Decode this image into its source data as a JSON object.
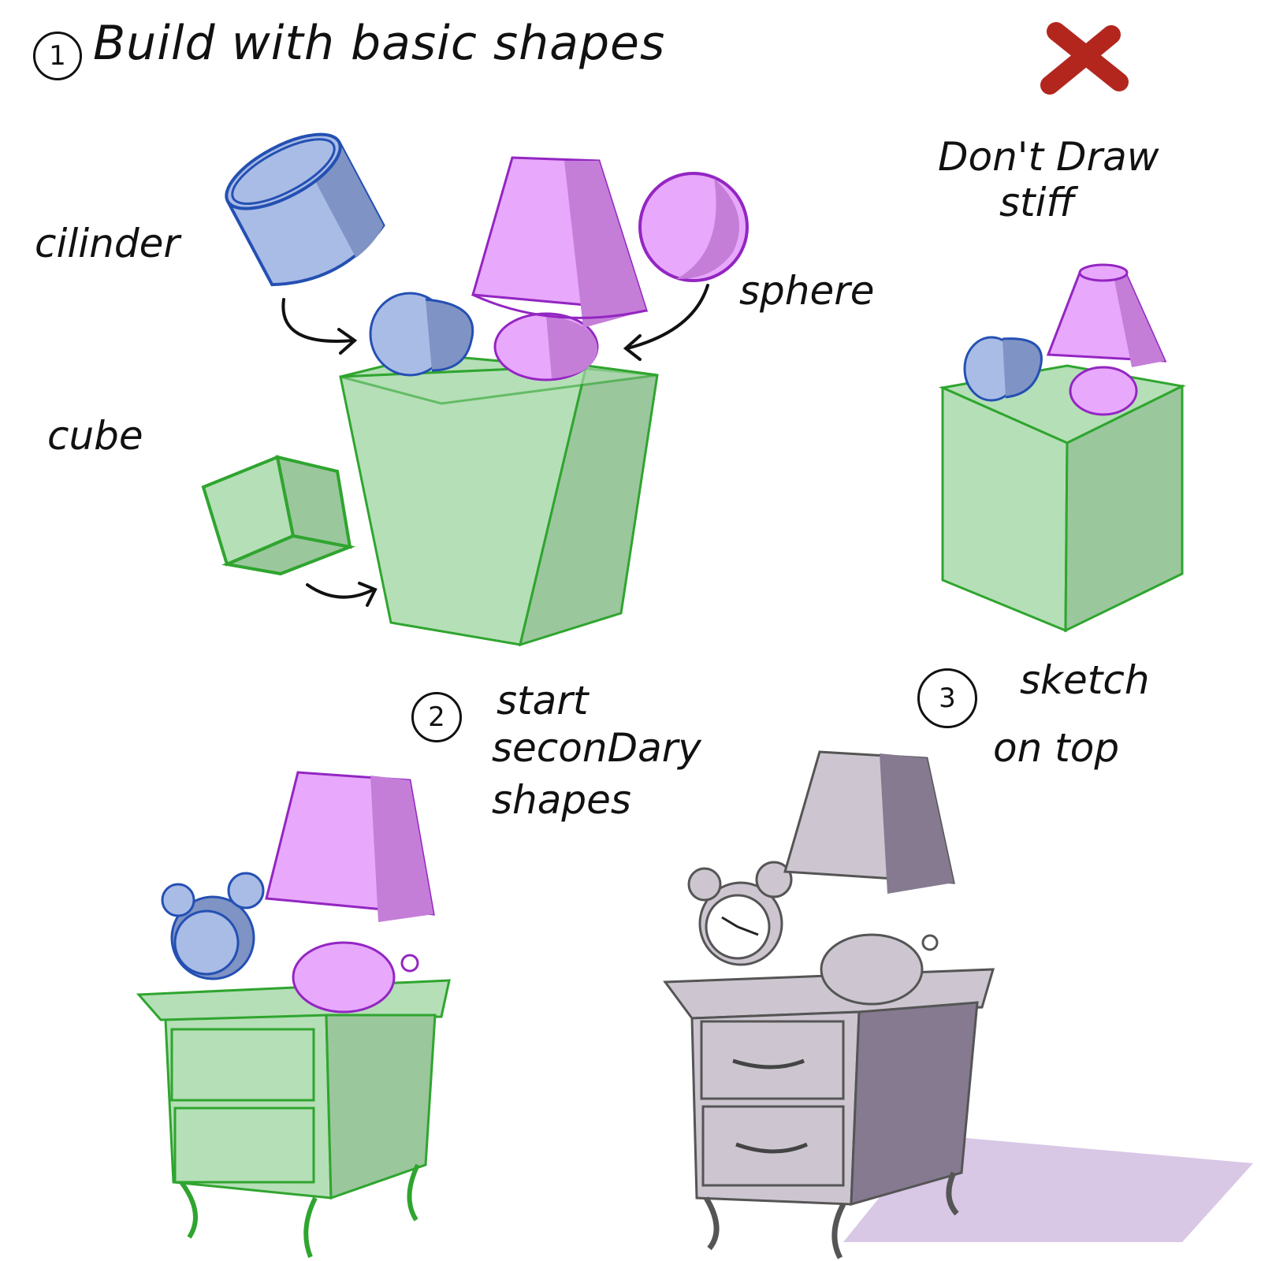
{
  "title": {
    "step_number": "1",
    "text": "Build with basic shapes"
  },
  "labels": {
    "cylinder": "cilinder",
    "cube": "cube",
    "sphere": "sphere"
  },
  "warning": {
    "line1": "Don't Draw",
    "line2": "stiff",
    "icon": "red-x-icon"
  },
  "step2": {
    "number": "2",
    "line1": "start",
    "line2": "seconDary",
    "line3": "shapes"
  },
  "step3": {
    "number": "3",
    "line1": "sketch",
    "line2": "on top"
  },
  "colors": {
    "green_fill": "#b5dfb7",
    "green_dark": "#9bc79d",
    "green_stroke": "#2fa52f",
    "blue_fill": "#a9bce6",
    "blue_dark": "#7f93c4",
    "blue_stroke": "#2450b3",
    "pink_fill": "#e8a8fb",
    "pink_dark": "#c57ed8",
    "pink_stroke": "#9326c2",
    "gray_fill": "#cdc6d0",
    "gray_dark": "#857a90",
    "shadow": "#d9c7e6",
    "red": "#b3261e"
  }
}
